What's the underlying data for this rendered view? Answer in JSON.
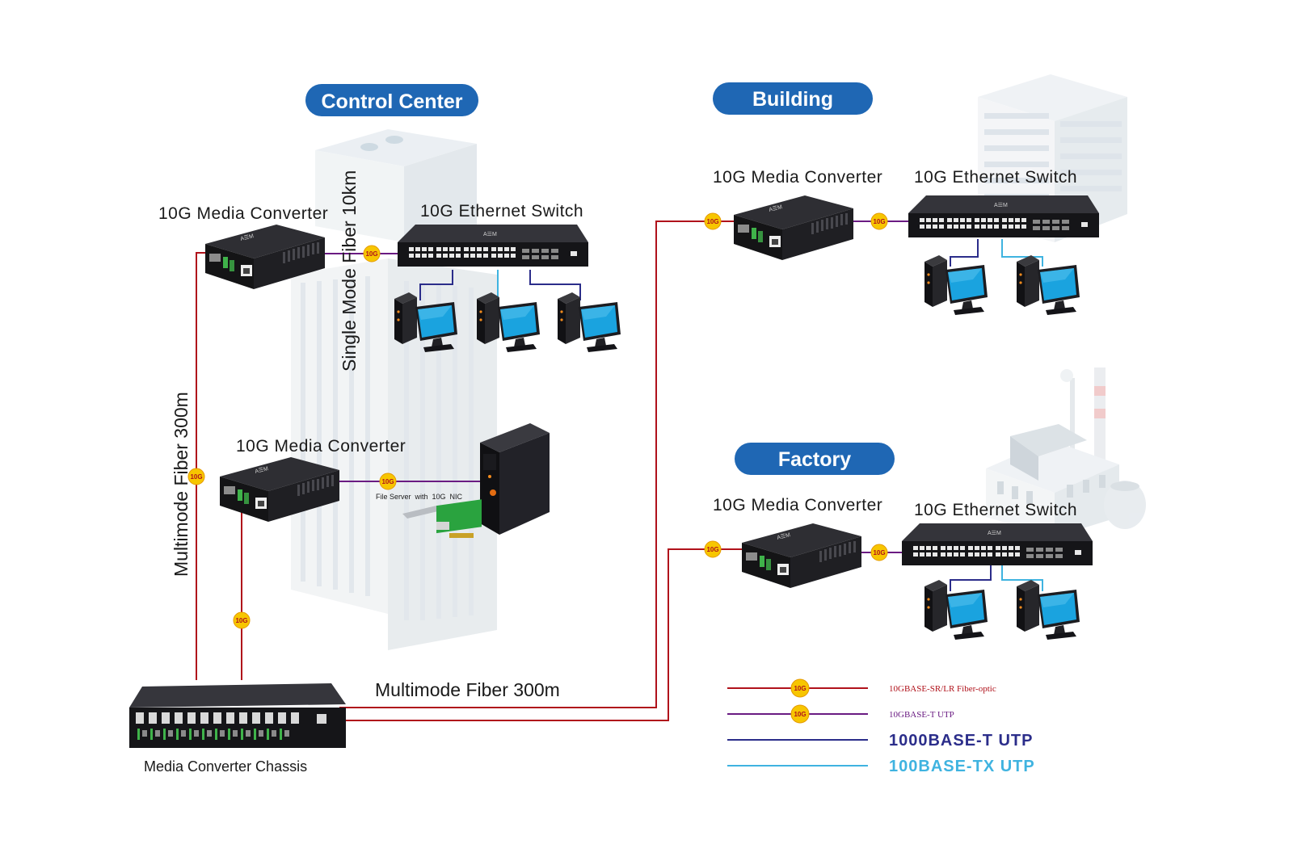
{
  "regions": {
    "control_center": "Control Center",
    "building": "Building",
    "factory": "Factory"
  },
  "devices": {
    "media_converter": "10G Media Converter",
    "ethernet_switch": "10G Ethernet Switch",
    "chassis": "Media Converter Chassis",
    "file_server": "File Server  with  10G  NIC"
  },
  "links": {
    "single_mode": "Single Mode Fiber 10km",
    "multimode_vertical": "Multimode Fiber 300m",
    "multimode_horizontal": "Multimode Fiber 300m",
    "badge": "10G"
  },
  "legend": {
    "items": [
      {
        "label": "10GBASE-SR/LR Fiber-optic",
        "color": "#b0121b",
        "badge": true
      },
      {
        "label": "10GBASE-T UTP",
        "color": "#6a1b82",
        "badge": true
      },
      {
        "label": "1000BASE-T UTP",
        "color": "#2b2d8a",
        "badge": false
      },
      {
        "label": "100BASE-TX UTP",
        "color": "#3fb3e0",
        "badge": false
      }
    ]
  },
  "colors": {
    "fiber": "#b0121b",
    "utp_10g": "#6a1b82",
    "utp_1000": "#2b2d8a",
    "utp_100": "#3fb3e0",
    "pill": "#1f67b4",
    "badge": "#f7c600"
  },
  "icons": [
    "building-icon",
    "factory-icon",
    "computer-icon",
    "server-icon",
    "nic-card-icon"
  ]
}
